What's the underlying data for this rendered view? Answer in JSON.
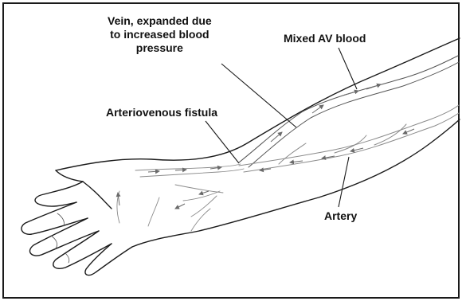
{
  "labels": {
    "vein_line1": "Vein, expanded due",
    "vein_line2": "to increased blood",
    "vein_line3": "pressure",
    "mixed": "Mixed AV blood",
    "fistula": "Arteriovenous fistula",
    "artery": "Artery"
  },
  "colors": {
    "outline": "#1a1a1a",
    "vessel": "#888888",
    "arrow": "#6a6a6a",
    "text": "#111111"
  }
}
